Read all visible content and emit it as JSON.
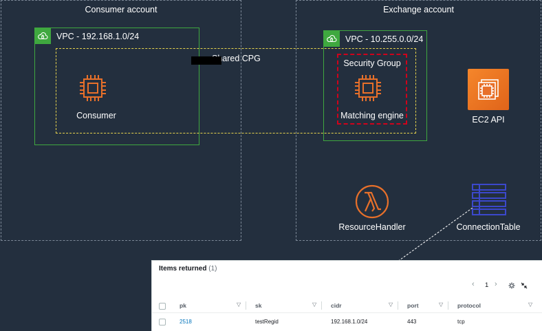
{
  "consumer_account": {
    "title": "Consumer account"
  },
  "exchange_account": {
    "title": "Exchange account"
  },
  "consumer_vpc": {
    "title": "VPC - 192.168.1.0/24"
  },
  "exchange_vpc": {
    "title": "VPC - 10.255.0.0/24"
  },
  "shared_cpg": {
    "label": "Shared CPG"
  },
  "security_group": {
    "label": "Security Group"
  },
  "consumer_instance": {
    "label": "Consumer",
    "icon": "ec2-instance-icon"
  },
  "matching_engine": {
    "label": "Matching engine",
    "icon": "ec2-instance-icon"
  },
  "ec2_api": {
    "label": "EC2 API",
    "icon": "ec2-icon"
  },
  "resource_handler": {
    "label": "ResourceHandler",
    "icon": "lambda-icon"
  },
  "connection_table": {
    "label": "ConnectionTable",
    "icon": "dynamodb-table-icon"
  },
  "colors": {
    "background": "#232f3e",
    "vpc": "#3fa83f",
    "cpg": "#e8d44d",
    "security_group": "#d0021b",
    "compute": "#e8702a",
    "table": "#3b48cc"
  },
  "items_panel": {
    "title": "Items returned",
    "count": "(1)",
    "page": "1",
    "columns": [
      "pk",
      "sk",
      "cidr",
      "port",
      "protocol"
    ],
    "rows": [
      {
        "pk": "2518",
        "sk": "testRegid",
        "cidr": "192.168.1.0/24",
        "port": "443",
        "protocol": "tcp"
      }
    ]
  }
}
